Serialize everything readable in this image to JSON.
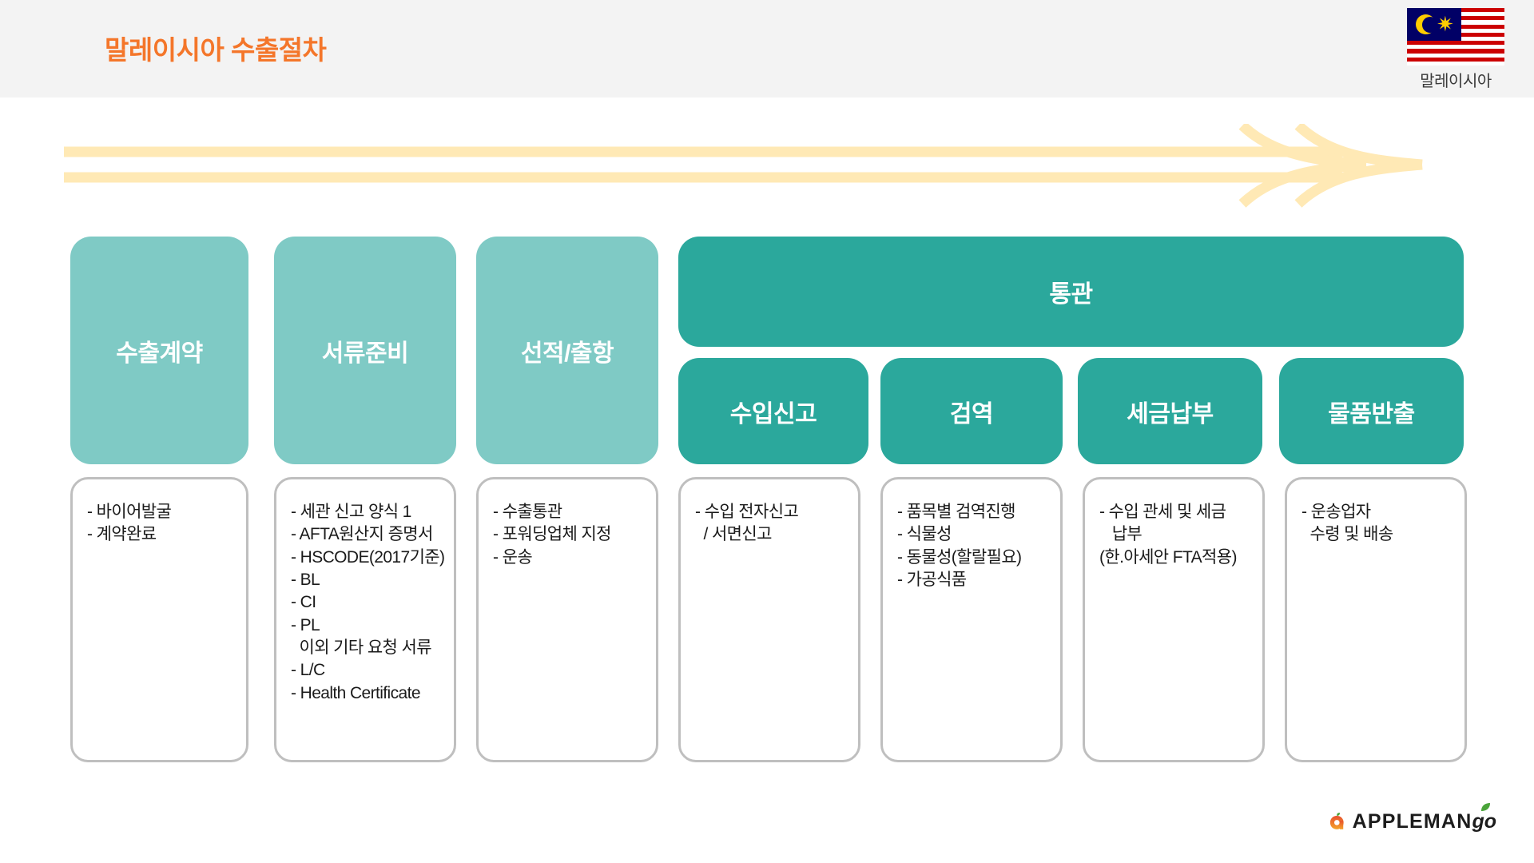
{
  "header": {
    "title": "말레이시아 수출절차",
    "title_color": "#f4762a",
    "band_color": "#f3f3f3",
    "flag": {
      "name": "malaysia-flag",
      "label": "말레이시아",
      "colors": {
        "red": "#cc0001",
        "blue": "#010066",
        "yellow": "#ffcc00",
        "white": "#ffffff"
      }
    }
  },
  "arrow": {
    "name": "process-flow-arrow",
    "color": "#ffe9b5",
    "direction": "right",
    "stroke_count": 2
  },
  "colors": {
    "stage_light": "#7fcac5",
    "stage_dark": "#2ba89c",
    "detail_border": "#bfbfbf",
    "accent_orange": "#f4762a"
  },
  "stages": [
    {
      "id": "export-contract",
      "label": "수출계약",
      "tone": "light"
    },
    {
      "id": "document-prep",
      "label": "서류준비",
      "tone": "light"
    },
    {
      "id": "shipping-departure",
      "label": "선적/출항",
      "tone": "light"
    }
  ],
  "customs": {
    "header_label": "통관",
    "substages": [
      {
        "id": "import-declaration",
        "label": "수입신고"
      },
      {
        "id": "quarantine",
        "label": "검역"
      },
      {
        "id": "tax-payment",
        "label": "세금납부"
      },
      {
        "id": "goods-release",
        "label": "물품반출"
      }
    ]
  },
  "details": [
    {
      "id": "detail-export-contract",
      "items": [
        "- 바이어발굴",
        "- 계약완료"
      ]
    },
    {
      "id": "detail-document-prep",
      "items": [
        "- 세관 신고 양식 1",
        "- AFTA원산지 증명서",
        "- HSCODE(2017기준)",
        "- BL",
        "- CI",
        "- PL",
        "  이외 기타 요청 서류",
        "- L/C",
        "- Health Certificate"
      ]
    },
    {
      "id": "detail-shipping-departure",
      "items": [
        "- 수출통관",
        "- 포워딩업체 지정",
        "- 운송"
      ]
    },
    {
      "id": "detail-import-declaration",
      "items": [
        "- 수입 전자신고",
        "  / 서면신고"
      ]
    },
    {
      "id": "detail-quarantine",
      "items": [
        "- 품목별 검역진행",
        "- 식물성",
        "- 동물성(할랄필요)",
        "- 가공식품"
      ]
    },
    {
      "id": "detail-tax-payment",
      "items": [
        "- 수입 관세 및 세금",
        "   납부",
        "(한.아세안 FTA적용)"
      ]
    },
    {
      "id": "detail-goods-release",
      "items": [
        "- 운송업자",
        "  수령 및 배송"
      ]
    }
  ],
  "logo": {
    "name": "applemango-logo",
    "text_main": "APPLEMAN",
    "text_tail": "go",
    "icon_name": "mango-a-icon",
    "colors": {
      "orange_top": "#e8512e",
      "orange_bottom": "#f4a32a",
      "leaf": "#4aa43a"
    }
  }
}
